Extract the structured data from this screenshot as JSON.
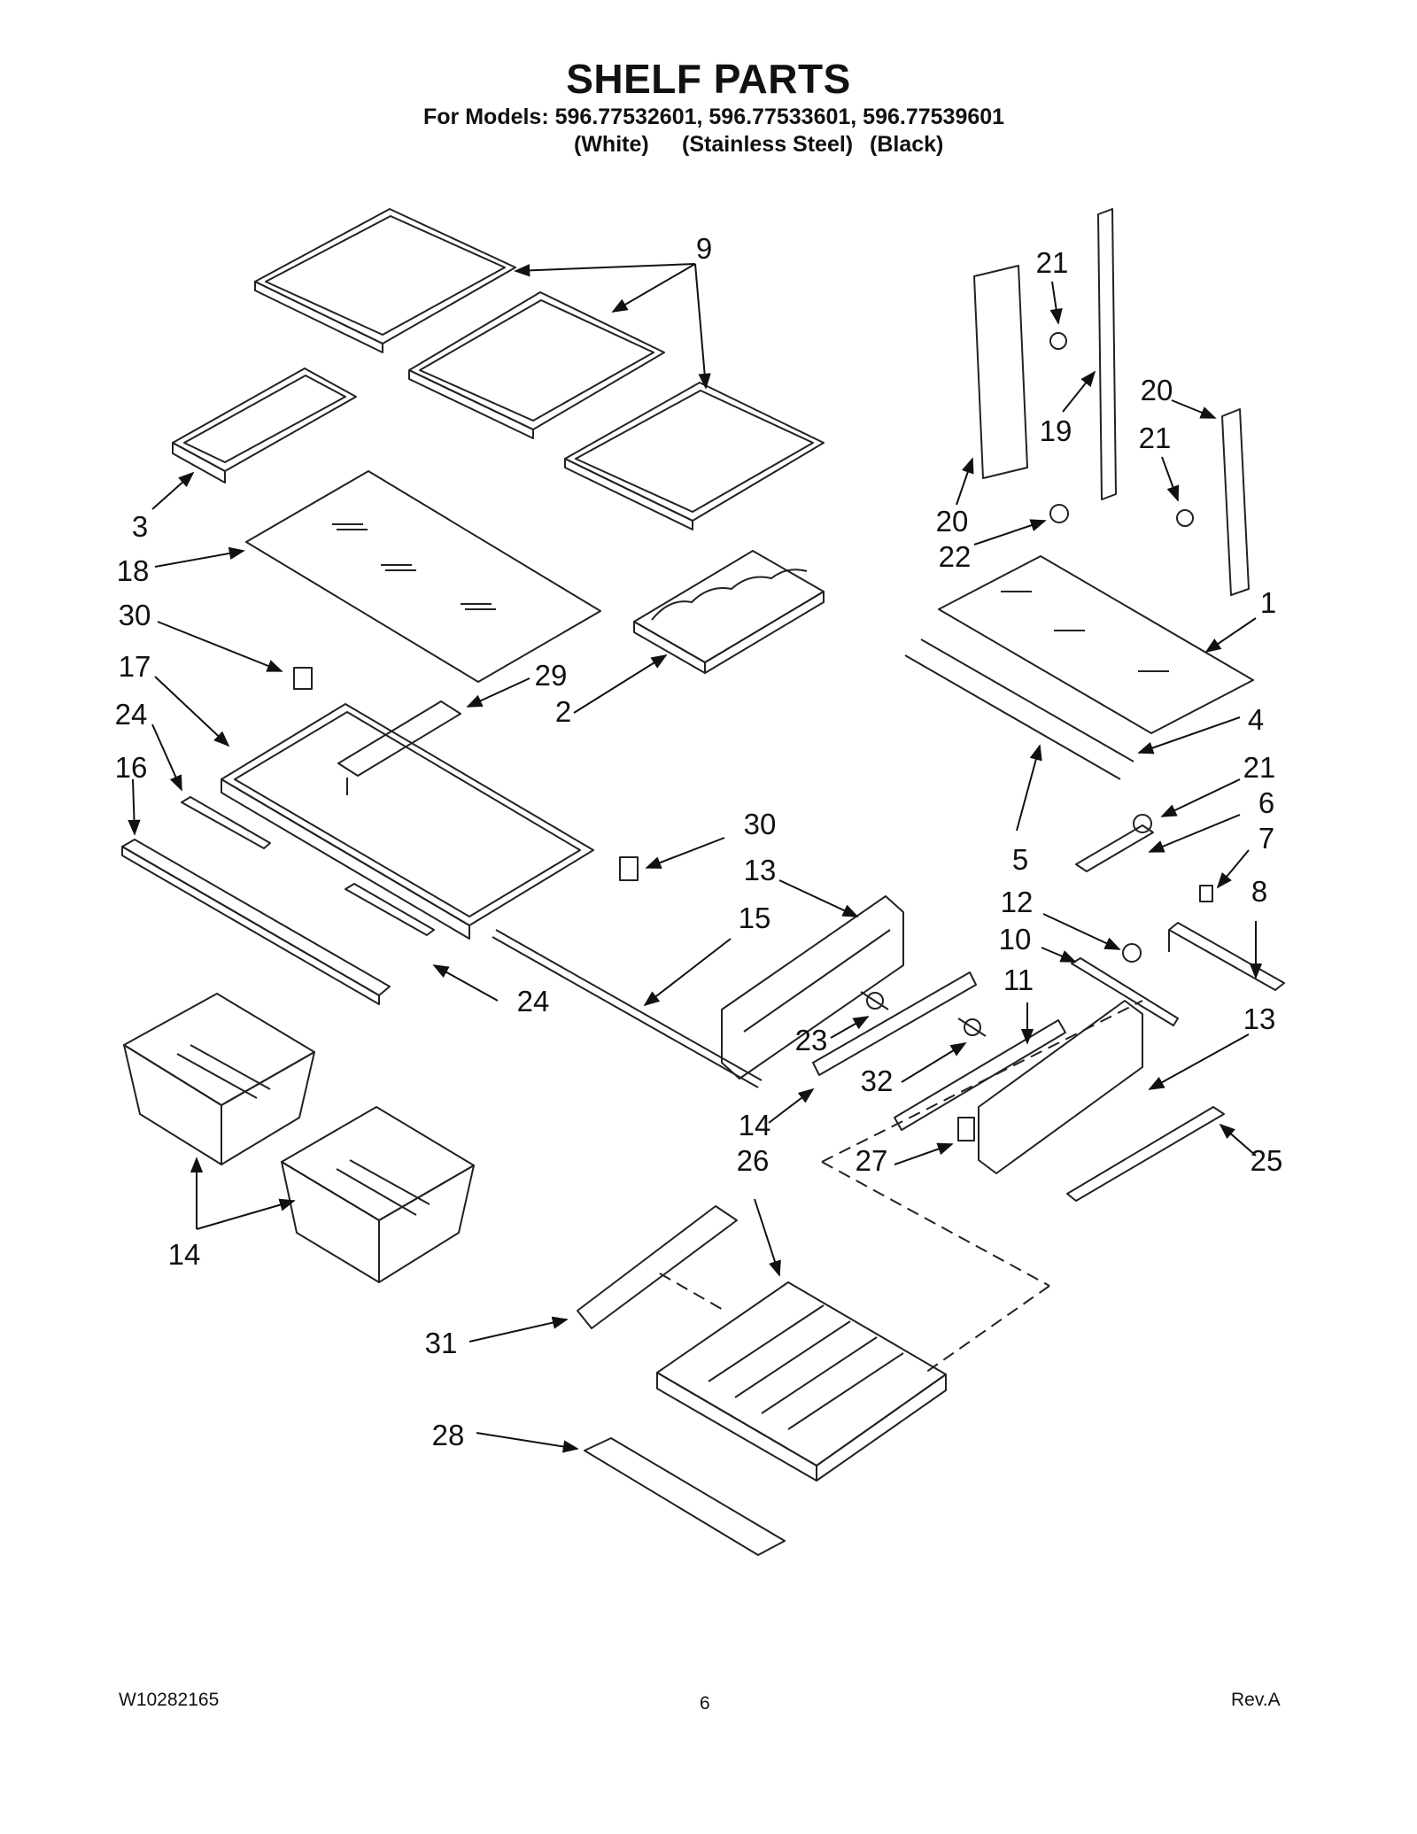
{
  "header": {
    "title": "SHELF PARTS",
    "models_line": "For Models: 596.77532601, 596.77533601, 596.77539601",
    "finishes": [
      "(White)",
      "(Stainless Steel)",
      "(Black)"
    ]
  },
  "callouts": [
    {
      "id": "c9",
      "label": "9"
    },
    {
      "id": "c21a",
      "label": "21"
    },
    {
      "id": "c20a",
      "label": "20"
    },
    {
      "id": "c21b",
      "label": "21"
    },
    {
      "id": "c19",
      "label": "19"
    },
    {
      "id": "c20b",
      "label": "20"
    },
    {
      "id": "c22",
      "label": "22"
    },
    {
      "id": "c3",
      "label": "3"
    },
    {
      "id": "c18",
      "label": "18"
    },
    {
      "id": "c1",
      "label": "1"
    },
    {
      "id": "c30a",
      "label": "30"
    },
    {
      "id": "c17",
      "label": "17"
    },
    {
      "id": "c29",
      "label": "29"
    },
    {
      "id": "c2",
      "label": "2"
    },
    {
      "id": "c4",
      "label": "4"
    },
    {
      "id": "c24a",
      "label": "24"
    },
    {
      "id": "c16",
      "label": "16"
    },
    {
      "id": "c21c",
      "label": "21"
    },
    {
      "id": "c6",
      "label": "6"
    },
    {
      "id": "c7",
      "label": "7"
    },
    {
      "id": "c30b",
      "label": "30"
    },
    {
      "id": "c13a",
      "label": "13"
    },
    {
      "id": "c5",
      "label": "5"
    },
    {
      "id": "c12",
      "label": "12"
    },
    {
      "id": "c8",
      "label": "8"
    },
    {
      "id": "c15",
      "label": "15"
    },
    {
      "id": "c10",
      "label": "10"
    },
    {
      "id": "c11",
      "label": "11"
    },
    {
      "id": "c24b",
      "label": "24"
    },
    {
      "id": "c23",
      "label": "23"
    },
    {
      "id": "c13b",
      "label": "13"
    },
    {
      "id": "c32",
      "label": "32"
    },
    {
      "id": "c14a",
      "label": "14"
    },
    {
      "id": "c26",
      "label": "26"
    },
    {
      "id": "c27",
      "label": "27"
    },
    {
      "id": "c25",
      "label": "25"
    },
    {
      "id": "c14b",
      "label": "14"
    },
    {
      "id": "c31",
      "label": "31"
    },
    {
      "id": "c28",
      "label": "28"
    }
  ],
  "footer": {
    "doc_number": "W10282165",
    "page_number": "6",
    "revision": "Rev.A"
  }
}
